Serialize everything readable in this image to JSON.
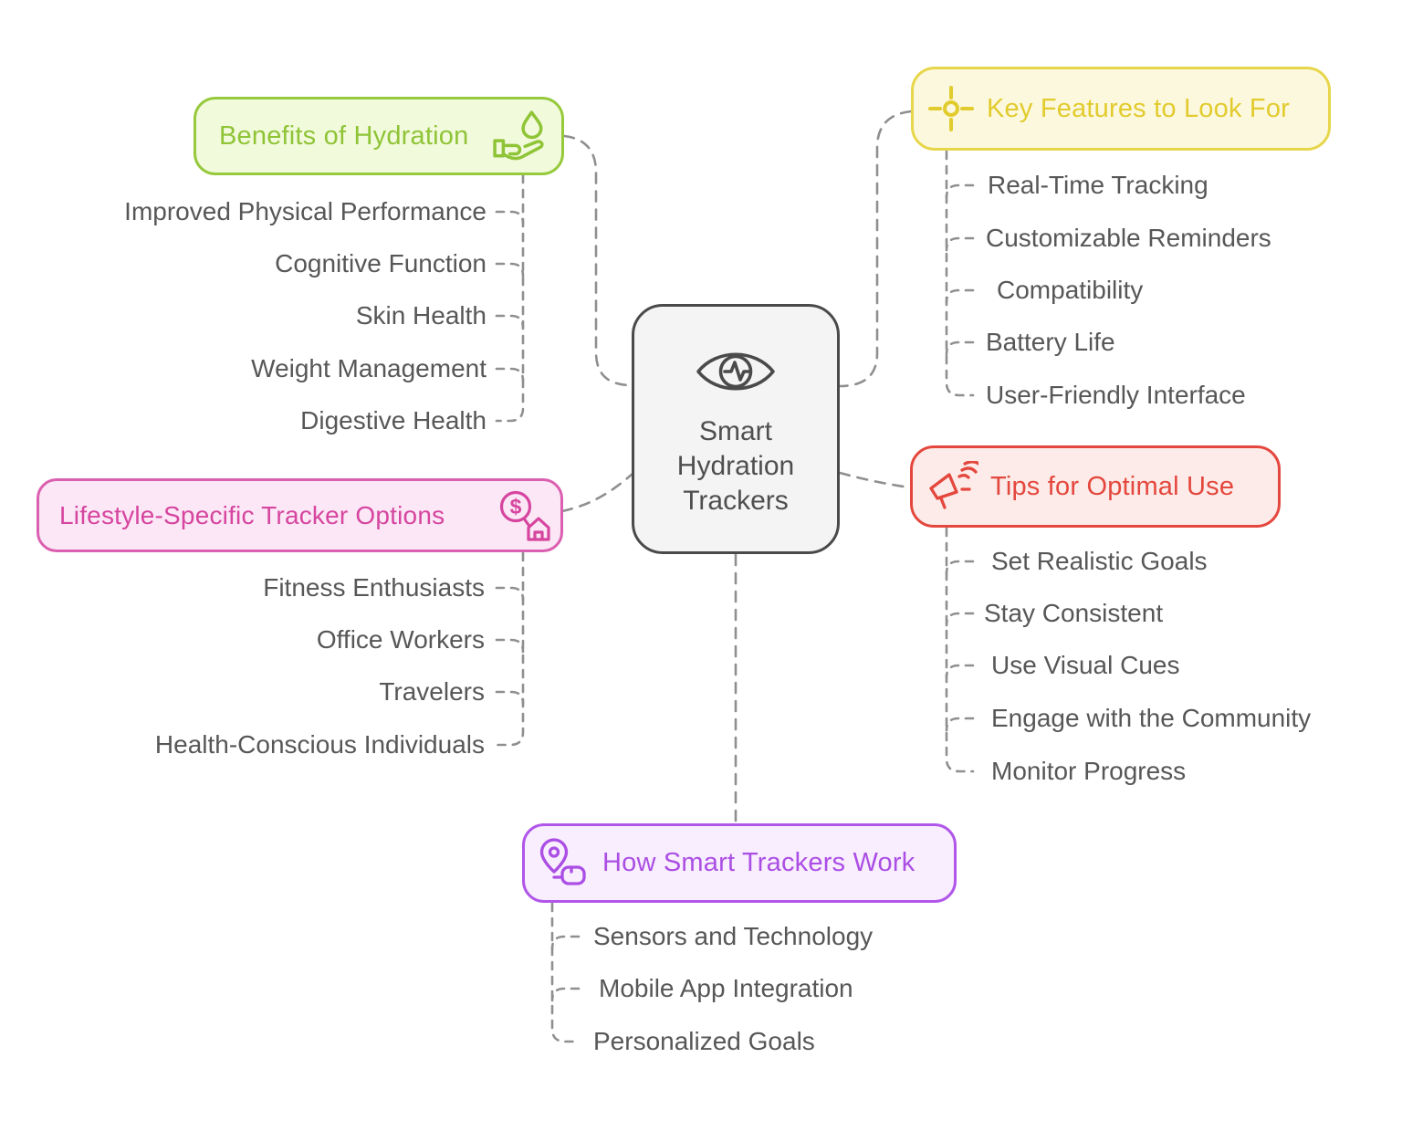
{
  "canvas": {
    "background": "#FFFFFF",
    "connector_color": "#8F8F8F",
    "item_text_color": "#575757"
  },
  "center_node": {
    "icon": "eye-pulse-icon",
    "lines": [
      "Smart",
      "Hydration",
      "Trackers"
    ],
    "border_color": "#4A4A4A",
    "fill_color": "#F4F4F4",
    "text_color": "#4F4F4F"
  },
  "branches": [
    {
      "id": "benefits-of-hydration",
      "label": "Benefits of Hydration",
      "icon": "hand-water-drop-icon",
      "accent": "#8FC437",
      "border": "#97C93D",
      "fill": "#F2FADC",
      "items": [
        "Improved Physical Performance",
        "Cognitive Function",
        "Skin Health",
        "Weight Management",
        "Digestive Health"
      ]
    },
    {
      "id": "key-features-to-look-for",
      "label": "Key Features to Look For",
      "icon": "crosshair-icon",
      "accent": "#E2CB2E",
      "border": "#E7D64B",
      "fill": "#FCF8DD",
      "items": [
        "Real-Time Tracking",
        "Customizable Reminders",
        "Compatibility",
        "Battery Life",
        "User-Friendly Interface"
      ]
    },
    {
      "id": "lifestyle-specific-tracker-options",
      "label": "Lifestyle-Specific Tracker Options",
      "icon": "price-tag-home-icon",
      "icon_glyph": "$",
      "accent": "#D6459F",
      "border": "#DB5FB0",
      "fill": "#FBE7F5",
      "items": [
        "Fitness Enthusiasts",
        "Office Workers",
        "Travelers",
        "Health-Conscious Individuals"
      ]
    },
    {
      "id": "tips-for-optimal-use",
      "label": "Tips for Optimal Use",
      "icon": "megaphone-icon",
      "accent": "#E4473D",
      "border": "#E4473D",
      "fill": "#FCEBE8",
      "items": [
        "Set Realistic Goals",
        "Stay Consistent",
        "Use Visual Cues",
        "Engage with the Community",
        "Monitor Progress"
      ]
    },
    {
      "id": "how-smart-trackers-work",
      "label": "How Smart Trackers Work",
      "icon": "location-pin-hand-icon",
      "accent": "#AB4EE4",
      "border": "#B156E9",
      "fill": "#F8EEFE",
      "items": [
        "Sensors and Technology",
        "Mobile App Integration",
        "Personalized Goals"
      ]
    }
  ]
}
